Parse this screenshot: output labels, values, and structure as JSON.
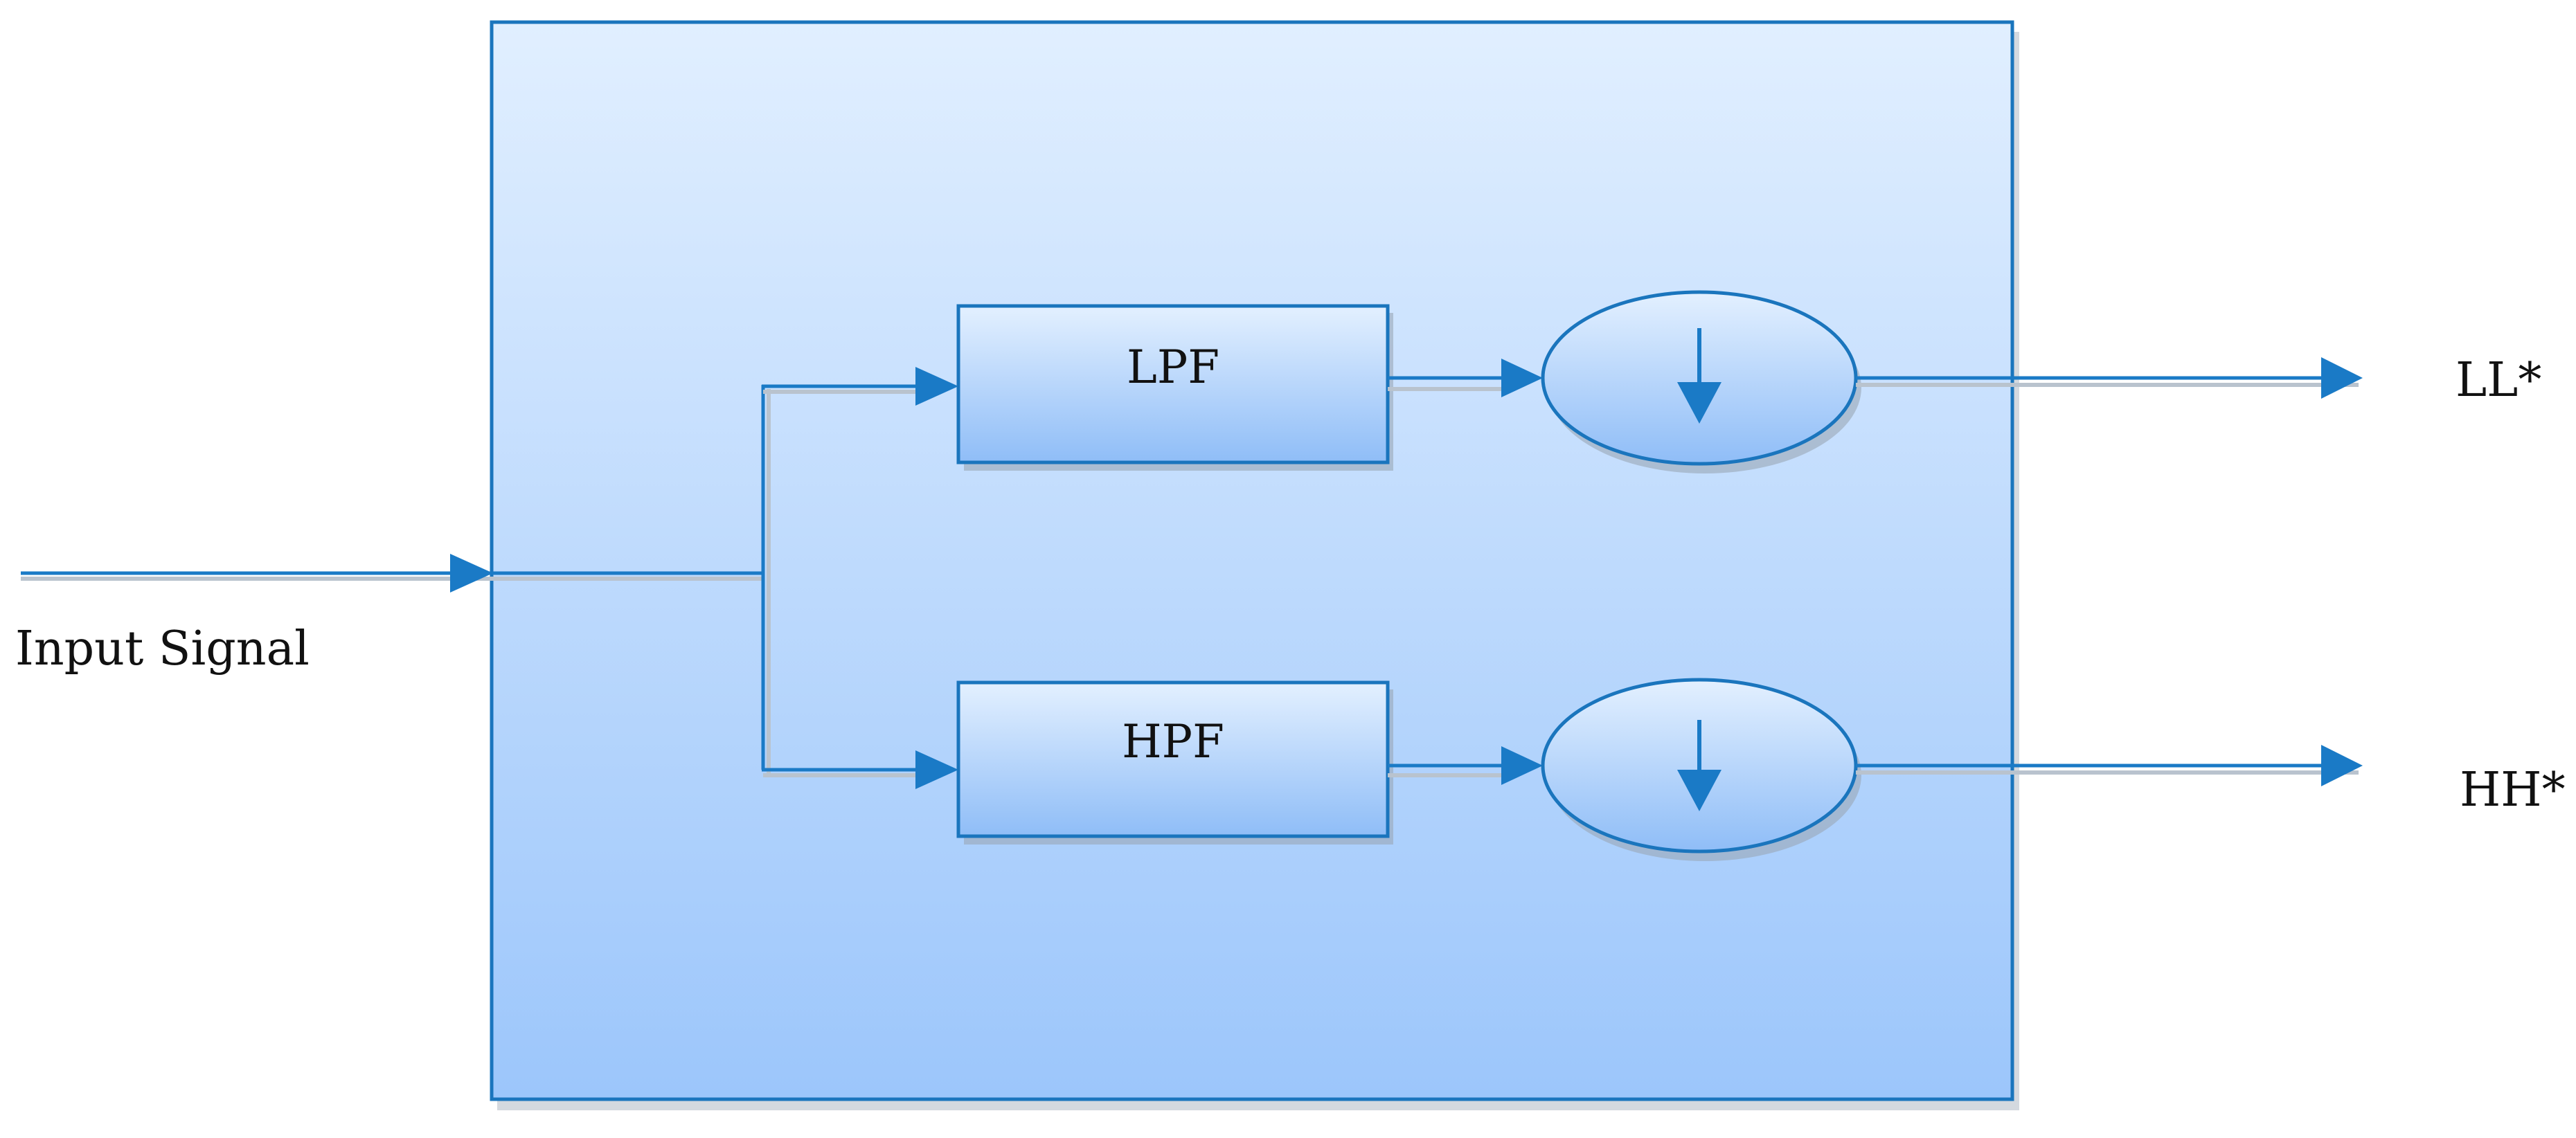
{
  "diagram": {
    "input_label": "Input Signal",
    "filters": [
      {
        "label": "LPF"
      },
      {
        "label": "HPF"
      }
    ],
    "outputs": [
      {
        "label": "LL*"
      },
      {
        "label": "HH*"
      }
    ],
    "downsampler_symbol": "↓"
  },
  "colors": {
    "line": "#1a7ac6",
    "outline": "#1a75bd",
    "shadow": "#9aa7b5",
    "background_top": "#e1efff",
    "background_bottom": "#9cc6fb",
    "block_top": "#e3f0ff",
    "block_bottom": "#8fbdf7",
    "text": "#111111"
  }
}
